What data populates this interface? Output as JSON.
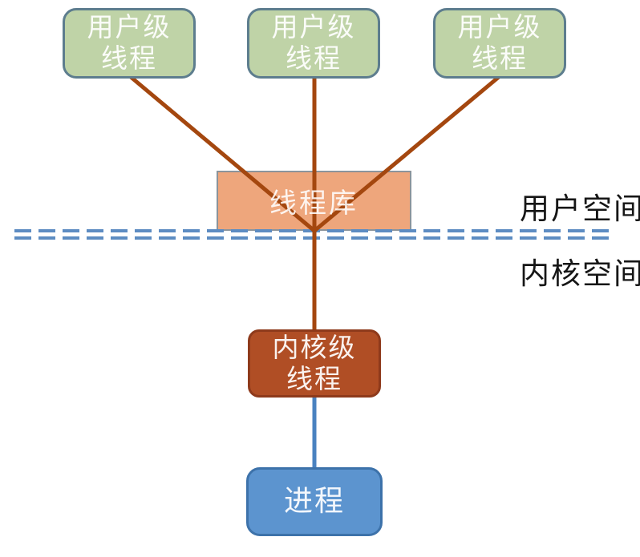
{
  "diagram": {
    "title_semantic": "many-to-one thread model",
    "user_threads": [
      {
        "line1": "用户级",
        "line2": "线程"
      },
      {
        "line1": "用户级",
        "line2": "线程"
      },
      {
        "line1": "用户级",
        "line2": "线程"
      }
    ],
    "thread_library": {
      "label": "线程库"
    },
    "kernel_thread": {
      "line1": "内核级",
      "line2": "线程"
    },
    "process": {
      "label": "进程"
    },
    "user_space_label": "用户空间",
    "kernel_space_label": "内核空间",
    "colors": {
      "user_thread_fill": "#bfd3a7",
      "user_thread_border": "#5d7d8e",
      "thread_library_fill": "#eea67c",
      "thread_library_border": "#8b949b",
      "kernel_thread_fill": "#b04e25",
      "kernel_thread_border": "#8e3a1b",
      "process_fill": "#5c94cf",
      "process_border": "#3d72aa",
      "connector_brown": "#a4470f",
      "connector_blue": "#4a82c0",
      "divider_blue": "#5d8cc2",
      "box_text": "#f5f5f0",
      "label_text": "#161616"
    }
  }
}
